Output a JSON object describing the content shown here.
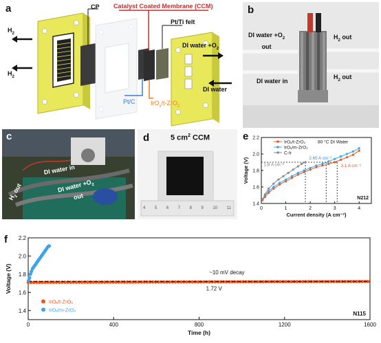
{
  "panel_labels": {
    "a": "a",
    "b": "b",
    "c": "c",
    "d": "d",
    "e": "e",
    "f": "f"
  },
  "schematic_a": {
    "cp": "CP",
    "ccm": "Catalyst Coated Membrane (CCM)",
    "ptti": "Pt/Ti felt",
    "h2_left_1": "H",
    "h2_left_2": "H",
    "h2_sub": "2",
    "ptc": "Pt/C",
    "iro_a": "IrO",
    "iro_sub": "x",
    "iro_b": "/t-ZrO",
    "iro_sub2": "2",
    "dw_o2": "DI water +O",
    "dw_o2_sub": "2",
    "dw_in": "DI water",
    "colors": {
      "plate": "#e8e85a",
      "ccm_line": "#d42a2a",
      "ptc_line": "#3a7bd5",
      "iro_line": "#e67e22"
    }
  },
  "photo_b": {
    "dw_o2_out_1": "DI water +O",
    "dw_o2_out_sub": "2",
    "dw_o2_out_2": "out",
    "h2_out_top_1": "H",
    "h2_out_top_sub": "2",
    "h2_out_top_2": " out",
    "h2_out_bottom_1": "H",
    "h2_out_bottom_sub": "2",
    "h2_out_bottom_2": " out",
    "dw_in": "DI water in"
  },
  "photo_c": {
    "dw_in": "DI water in",
    "h2_out_1": "H",
    "h2_out_sub": "2",
    "h2_out_2": " out",
    "dw_o2_1": "DI water +O",
    "dw_o2_sub": "2",
    "dw_o2_2": "out"
  },
  "photo_d": {
    "title": "5 cm",
    "title_sup": "2",
    "title_tail": " CCM",
    "ruler_ticks": [
      "4",
      "5",
      "6",
      "7",
      "8",
      "9",
      "10",
      "11"
    ]
  },
  "chart_data": [
    {
      "id": "e",
      "type": "line",
      "xlabel": "Current density (A cm⁻²)",
      "ylabel": "Voltage (V)",
      "xlim": [
        0,
        4.5
      ],
      "ylim": [
        1.4,
        2.2
      ],
      "xticks": [
        "0",
        "1",
        "2",
        "3",
        "4"
      ],
      "yticks": [
        "1.4",
        "1.6",
        "1.8",
        "2.0",
        "2.2"
      ],
      "legend_position": "top-right",
      "corner_label": "N212",
      "reference_line": {
        "y": 1.9,
        "x_end": 3.1
      },
      "annotations": [
        {
          "text": "1.8 A cm⁻²",
          "x": 1.8,
          "color": "#777777"
        },
        {
          "text": "2.65 A cm⁻²",
          "x": 2.65,
          "color": "#2a8fe0"
        },
        {
          "text": "3.1 A cm⁻²",
          "x": 3.1,
          "color": "#e0551e"
        }
      ],
      "series": [
        {
          "name": "IrOₓ/t-ZrO₂",
          "legend_suffix": "80 °C DI Water",
          "color": "#e8581e",
          "x": [
            0.05,
            0.15,
            0.3,
            0.5,
            0.75,
            1.0,
            1.25,
            1.5,
            1.75,
            2.0,
            2.25,
            2.5,
            2.75,
            3.0,
            3.25,
            3.5,
            3.75,
            4.0
          ],
          "y": [
            1.44,
            1.48,
            1.53,
            1.58,
            1.63,
            1.67,
            1.71,
            1.75,
            1.78,
            1.81,
            1.84,
            1.86,
            1.88,
            1.9,
            1.93,
            1.96,
            1.99,
            2.04
          ]
        },
        {
          "name": "IrOₓ/m-ZrO₂",
          "color": "#3fa3ea",
          "x": [
            0.05,
            0.15,
            0.3,
            0.5,
            0.75,
            1.0,
            1.25,
            1.5,
            1.75,
            2.0,
            2.25,
            2.5,
            2.75,
            3.0,
            3.25,
            3.5,
            3.75,
            4.0
          ],
          "y": [
            1.45,
            1.5,
            1.55,
            1.6,
            1.65,
            1.69,
            1.73,
            1.77,
            1.8,
            1.83,
            1.86,
            1.88,
            1.91,
            1.94,
            1.97,
            2.0,
            2.03,
            2.07
          ]
        },
        {
          "name": "C-Ir",
          "color": "#8a8a8a",
          "x": [
            0.05,
            0.15,
            0.3,
            0.5,
            0.7,
            0.9,
            1.1,
            1.3,
            1.5,
            1.65,
            1.8
          ],
          "y": [
            1.45,
            1.51,
            1.58,
            1.64,
            1.69,
            1.73,
            1.77,
            1.81,
            1.85,
            1.88,
            1.9
          ]
        }
      ]
    },
    {
      "id": "f",
      "type": "scatter",
      "xlabel": "Time (h)",
      "ylabel": "Voltage (V)",
      "xlim": [
        0,
        1600
      ],
      "ylim": [
        1.3,
        2.2
      ],
      "xticks": [
        "0",
        "400",
        "800",
        "1200",
        "1600"
      ],
      "yticks": [
        "1.4",
        "1.6",
        "1.8",
        "2.0",
        "2.2"
      ],
      "legend_position": "bottom-left",
      "corner_label": "N115",
      "annotations": [
        {
          "text": "~10 mV decay",
          "x": 930,
          "y": 1.8
        },
        {
          "text": "1.72 V",
          "x": 870,
          "y": 1.62
        }
      ],
      "reference_line": {
        "y": 1.72
      },
      "series": [
        {
          "name": "IrOₓ/t-ZrO₂",
          "color": "#e8581e",
          "x_range": [
            0,
            1590
          ],
          "y_start": 1.71,
          "y_end": 1.72
        },
        {
          "name": "IrOₓ/m-ZrO₂",
          "color": "#3fa3ea",
          "x": [
            2,
            6,
            10,
            15,
            20,
            26,
            32,
            38,
            44,
            50,
            56,
            62,
            68,
            74,
            80,
            86,
            92,
            98
          ],
          "y": [
            1.73,
            1.76,
            1.8,
            1.83,
            1.86,
            1.88,
            1.9,
            1.92,
            1.94,
            1.96,
            1.98,
            2.0,
            2.02,
            2.04,
            2.06,
            2.08,
            2.1,
            2.11
          ]
        }
      ]
    }
  ]
}
